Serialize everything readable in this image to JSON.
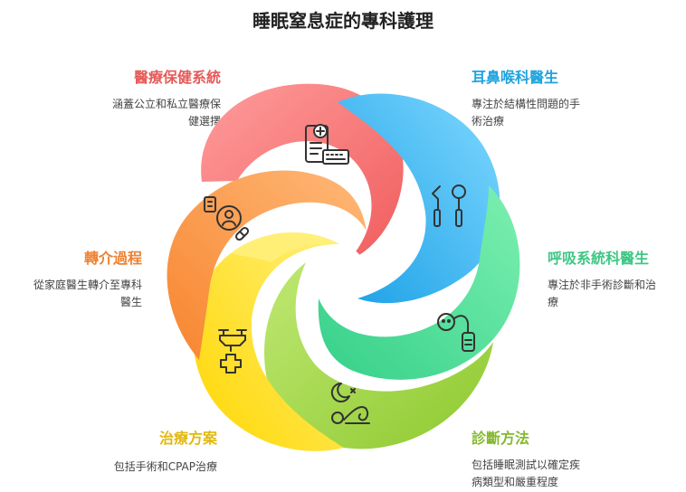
{
  "title": "睡眠窒息症的專科護理",
  "colors": {
    "red": "#f77b7b",
    "blue": "#3eb4f0",
    "green": "#4fdb96",
    "lime": "#9cd241",
    "yellow": "#ffdd22",
    "orange": "#fb9d4c"
  },
  "items": [
    {
      "name": "醫療保健系統",
      "desc_lines": [
        "涵蓋公立和私立醫療保",
        "健選擇"
      ],
      "color": "#e85a5a",
      "icon": "medical-clipboard-keyboard-icon"
    },
    {
      "name": "耳鼻喉科醫生",
      "desc_lines": [
        "專注於結構性問題的手",
        "術治療"
      ],
      "color": "#1fa3de",
      "icon": "ent-instruments-icon"
    },
    {
      "name": "呼吸系統科醫生",
      "desc_lines": [
        "專注於非手術診斷和治",
        "療"
      ],
      "color": "#3fc785",
      "icon": "inhaler-device-icon"
    },
    {
      "name": "診斷方法",
      "desc_lines": [
        "包括睡眠測試以確定疾",
        "病類型和嚴重程度"
      ],
      "color": "#86b830",
      "icon": "sleep-test-icon"
    },
    {
      "name": "治療方案",
      "desc_lines": [
        "包括手術和CPAP治療"
      ],
      "color": "#e2b90e",
      "icon": "drone-medical-icon"
    },
    {
      "name": "轉介過程",
      "desc_lines": [
        "從家庭醫生轉介至專科",
        "醫生"
      ],
      "color": "#ee8231",
      "icon": "referral-user-pill-icon"
    }
  ]
}
